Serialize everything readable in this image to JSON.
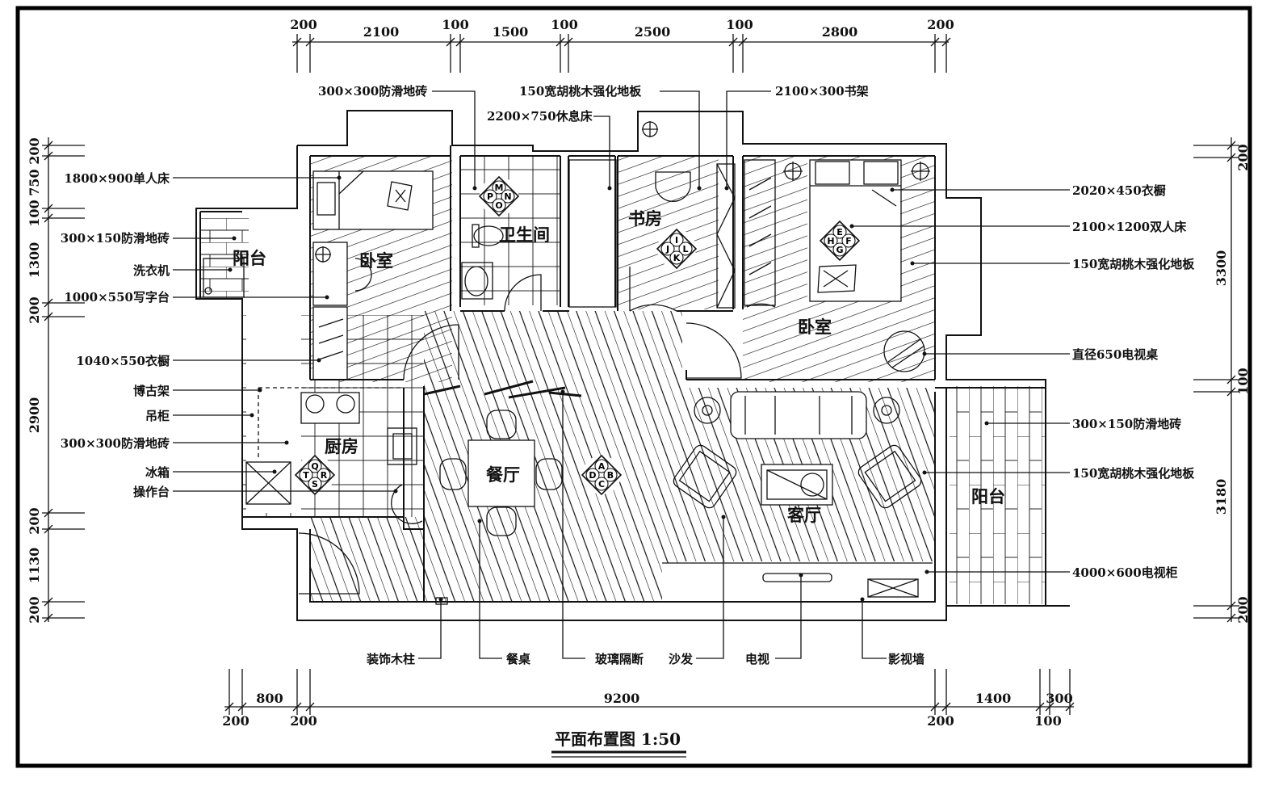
{
  "title": "平面布置图 1:50",
  "top_dims": {
    "small": [
      "200",
      "100",
      "100",
      "100",
      "200"
    ],
    "large": [
      "2100",
      "1500",
      "2500",
      "2800"
    ]
  },
  "bottom_dims": {
    "upper": [
      "800",
      "9200",
      "1400",
      "300"
    ],
    "lower": [
      "200",
      "200",
      "200",
      "100"
    ]
  },
  "left_dims": [
    "200",
    "750",
    "100",
    "1300",
    "200",
    "2900",
    "200",
    "1130",
    "200"
  ],
  "right_dims": [
    "200",
    "3300",
    "100",
    "3180",
    "200"
  ],
  "rooms": {
    "bedroom_small": "卧室",
    "bathroom": "卫生间",
    "study": "书房",
    "bedroom_master": "卧室",
    "balcony_left": "阳台",
    "kitchen": "厨房",
    "dining": "餐厅",
    "living": "客厅",
    "balcony_right": "阳台"
  },
  "labels_left": [
    "1800×900单人床",
    "300×150防滑地砖",
    "洗衣机",
    "1000×550写字台",
    "1040×550衣橱",
    "博古架",
    "吊柜",
    "300×300防滑地砖",
    "冰箱",
    "操作台"
  ],
  "labels_top": [
    "300×300防滑地砖",
    "150宽胡桃木强化地板",
    "2200×750休息床",
    "2100×300书架"
  ],
  "labels_right": [
    "2020×450衣橱",
    "2100×1200双人床",
    "150宽胡桃木强化地板",
    "直径650电视桌",
    "300×150防滑地砖",
    "150宽胡桃木强化地板",
    "4000×600电视柜"
  ],
  "labels_bottom": [
    "装饰木柱",
    "餐桌",
    "玻璃隔断",
    "沙发",
    "电视",
    "影视墙"
  ],
  "markers": {
    "bath": [
      "M",
      "P",
      "N",
      "O"
    ],
    "study": [
      "I",
      "J",
      "L",
      "K"
    ],
    "master": [
      "E",
      "H",
      "F",
      "G"
    ],
    "kitchen": [
      "Q",
      "T",
      "R",
      "S"
    ],
    "center": [
      "A",
      "D",
      "B",
      "C"
    ]
  }
}
